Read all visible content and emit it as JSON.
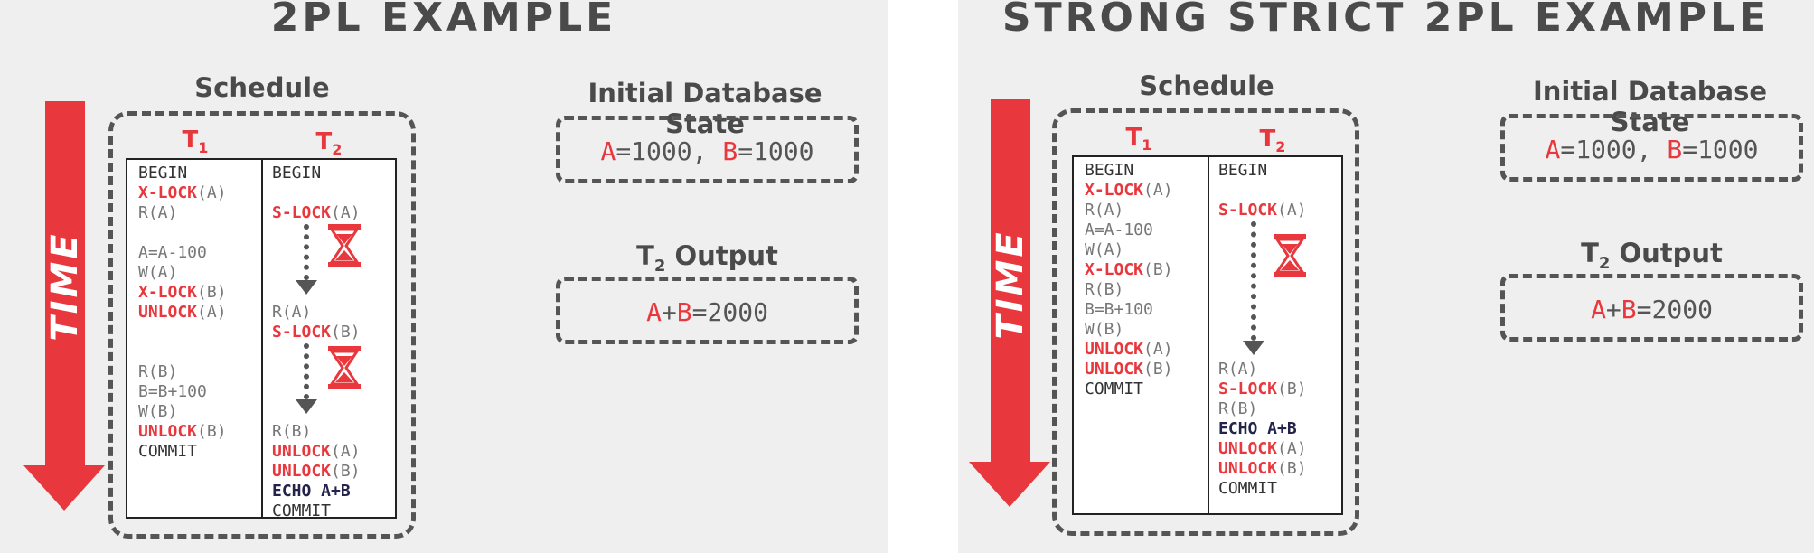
{
  "left": {
    "title": "2PL EXAMPLE",
    "schedule_label": "Schedule",
    "time_label": "TIME",
    "t1": {
      "label": "T",
      "sub": "1"
    },
    "t2": {
      "label": "T",
      "sub": "2"
    },
    "t1_ops": [
      {
        "kw": "BEGIN",
        "arg": "",
        "style": "begin"
      },
      {
        "kw": "X-LOCK",
        "arg": "(A)",
        "style": "red"
      },
      {
        "kw": "R(A)",
        "arg": "",
        "style": "gray"
      },
      {
        "kw": "A=A-100",
        "arg": "",
        "style": "gray"
      },
      {
        "kw": "W(A)",
        "arg": "",
        "style": "gray"
      },
      {
        "kw": "X-LOCK",
        "arg": "(B)",
        "style": "red"
      },
      {
        "kw": "UNLOCK",
        "arg": "(A)",
        "style": "red"
      },
      {
        "kw": "R(B)",
        "arg": "",
        "style": "gray"
      },
      {
        "kw": "B=B+100",
        "arg": "",
        "style": "gray"
      },
      {
        "kw": "W(B)",
        "arg": "",
        "style": "gray"
      },
      {
        "kw": "UNLOCK",
        "arg": "(B)",
        "style": "red"
      },
      {
        "kw": "COMMIT",
        "arg": "",
        "style": "commit"
      }
    ],
    "t2_ops": [
      {
        "kw": "BEGIN",
        "arg": "",
        "style": "begin"
      },
      {
        "kw": "S-LOCK",
        "arg": "(A)",
        "style": "red"
      },
      {
        "kw": "R(A)",
        "arg": "",
        "style": "gray"
      },
      {
        "kw": "S-LOCK",
        "arg": "(B)",
        "style": "red"
      },
      {
        "kw": "R(B)",
        "arg": "",
        "style": "gray"
      },
      {
        "kw": "UNLOCK",
        "arg": "(A)",
        "style": "red"
      },
      {
        "kw": "UNLOCK",
        "arg": "(B)",
        "style": "red"
      },
      {
        "kw": "ECHO A+B",
        "arg": "",
        "style": "echo"
      },
      {
        "kw": "COMMIT",
        "arg": "",
        "style": "commit"
      }
    ],
    "initial_state_label": "Initial Database State",
    "initial_state": {
      "a": "A",
      "a_val": "=1000,",
      "b": "B",
      "b_val": "=1000"
    },
    "output_label": {
      "t": "T",
      "sub": "2",
      "rest": " Output"
    },
    "output": {
      "a": "A",
      "plus": "+",
      "b": "B",
      "val": "=2000"
    }
  },
  "right": {
    "title": "STRONG STRICT 2PL EXAMPLE",
    "schedule_label": "Schedule",
    "time_label": "TIME",
    "t1": {
      "label": "T",
      "sub": "1"
    },
    "t2": {
      "label": "T",
      "sub": "2"
    },
    "t1_ops": [
      {
        "kw": "BEGIN",
        "arg": "",
        "style": "begin"
      },
      {
        "kw": "X-LOCK",
        "arg": "(A)",
        "style": "red"
      },
      {
        "kw": "R(A)",
        "arg": "",
        "style": "gray"
      },
      {
        "kw": "A=A-100",
        "arg": "",
        "style": "gray"
      },
      {
        "kw": "W(A)",
        "arg": "",
        "style": "gray"
      },
      {
        "kw": "X-LOCK",
        "arg": "(B)",
        "style": "red"
      },
      {
        "kw": "R(B)",
        "arg": "",
        "style": "gray"
      },
      {
        "kw": "B=B+100",
        "arg": "",
        "style": "gray"
      },
      {
        "kw": "W(B)",
        "arg": "",
        "style": "gray"
      },
      {
        "kw": "UNLOCK",
        "arg": "(A)",
        "style": "red"
      },
      {
        "kw": "UNLOCK",
        "arg": "(B)",
        "style": "red"
      },
      {
        "kw": "COMMIT",
        "arg": "",
        "style": "commit"
      }
    ],
    "t2_ops": [
      {
        "kw": "BEGIN",
        "arg": "",
        "style": "begin"
      },
      {
        "kw": "S-LOCK",
        "arg": "(A)",
        "style": "red"
      },
      {
        "kw": "R(A)",
        "arg": "",
        "style": "gray"
      },
      {
        "kw": "S-LOCK",
        "arg": "(B)",
        "style": "red"
      },
      {
        "kw": "R(B)",
        "arg": "",
        "style": "gray"
      },
      {
        "kw": "ECHO A+B",
        "arg": "",
        "style": "echo"
      },
      {
        "kw": "UNLOCK",
        "arg": "(A)",
        "style": "red"
      },
      {
        "kw": "UNLOCK",
        "arg": "(B)",
        "style": "red"
      },
      {
        "kw": "COMMIT",
        "arg": "",
        "style": "commit"
      }
    ],
    "initial_state_label": "Initial Database State",
    "initial_state": {
      "a": "A",
      "a_val": "=1000,",
      "b": "B",
      "b_val": "=1000"
    },
    "output_label": {
      "t": "T",
      "sub": "2",
      "rest": " Output"
    },
    "output": {
      "a": "A",
      "plus": "+",
      "b": "B",
      "val": "=2000"
    }
  },
  "colors": {
    "accent": "#e8383d",
    "text": "#4a4a4a",
    "echo": "#23234b",
    "slide_bg": "#efefef"
  }
}
